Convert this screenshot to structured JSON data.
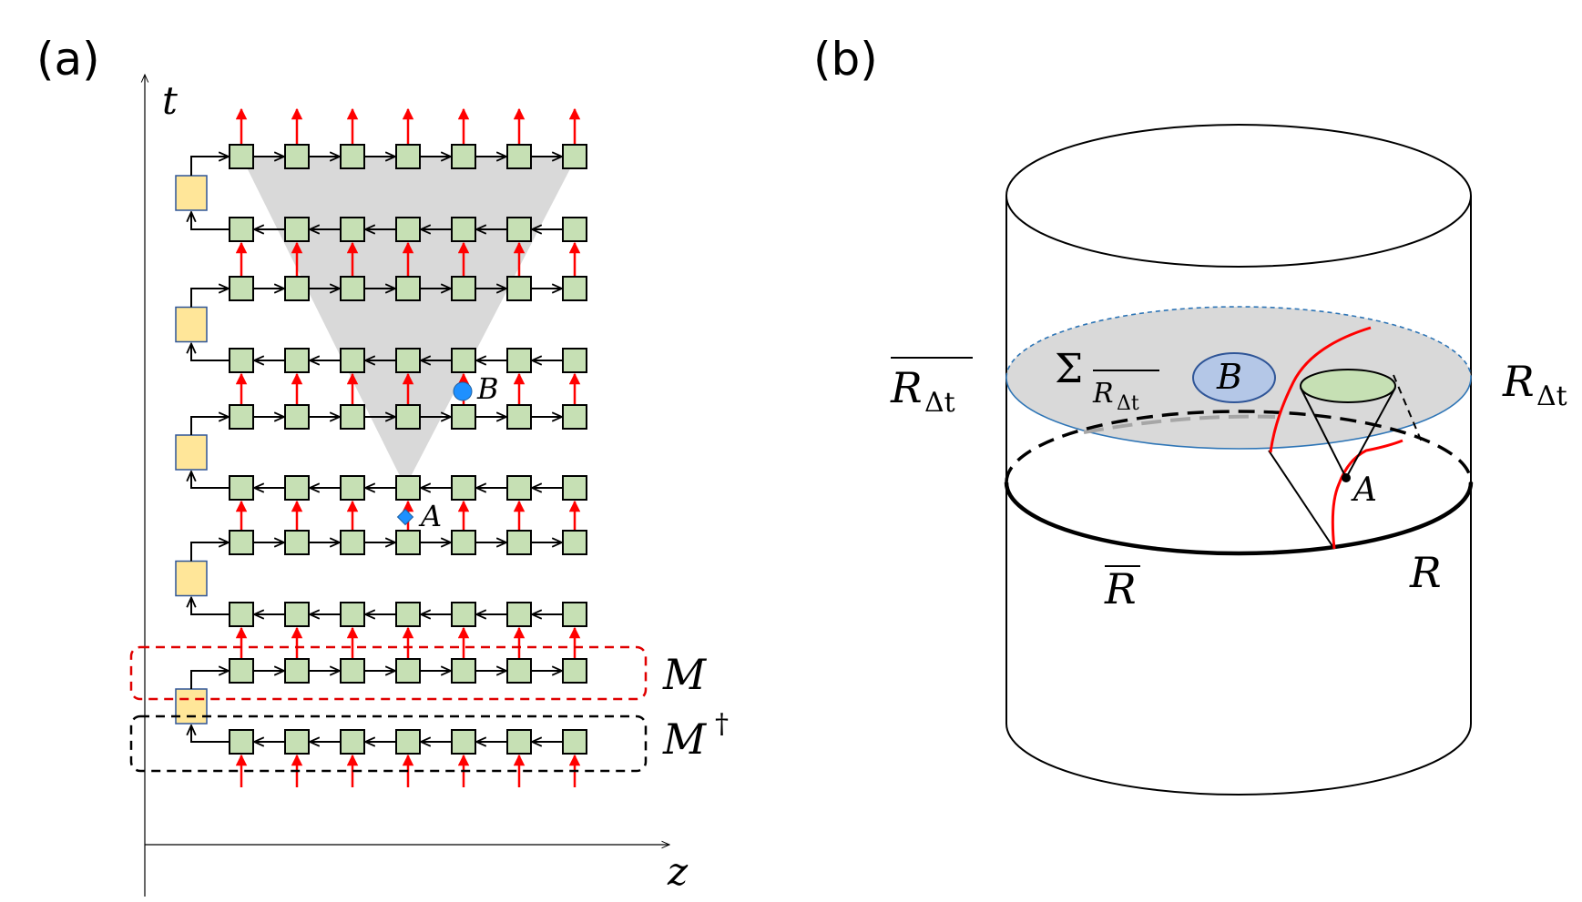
{
  "panels": [
    {
      "id": "a",
      "label": "(a)"
    },
    {
      "id": "b",
      "label": "(b)"
    }
  ],
  "panel_a": {
    "axis_t": "t",
    "axis_z": "z",
    "point_a": "A",
    "point_b": "B",
    "label_m": "M",
    "label_mdag": "M",
    "dagger": "†",
    "colors": {
      "tensor_fill": "#c6e0b4",
      "ancilla_fill": "#ffe699",
      "leg": "#ff0000",
      "cone": "#d9d9d9",
      "point": "#1e90ff",
      "box_m": "#e00000",
      "box_mdag": "#000000"
    }
  },
  "panel_b": {
    "label_rdt_bar": "R",
    "label_rdt_bar_sub": "Δt",
    "label_rdt": "R",
    "label_rdt_sub": "Δt",
    "label_sigma": "Σ",
    "label_sigma_sub_r": "R",
    "label_sigma_sub_dt": "Δt",
    "label_b": "B",
    "label_a": "A",
    "label_rbar": "R",
    "label_r": "R",
    "colors": {
      "slice": "#2e75b6",
      "shade": "#d9d9d9",
      "blob": "#b4c7e7",
      "cone_top": "#c6e0b4",
      "curve": "#ff0000",
      "dash_gray": "#a6a6a6"
    }
  }
}
